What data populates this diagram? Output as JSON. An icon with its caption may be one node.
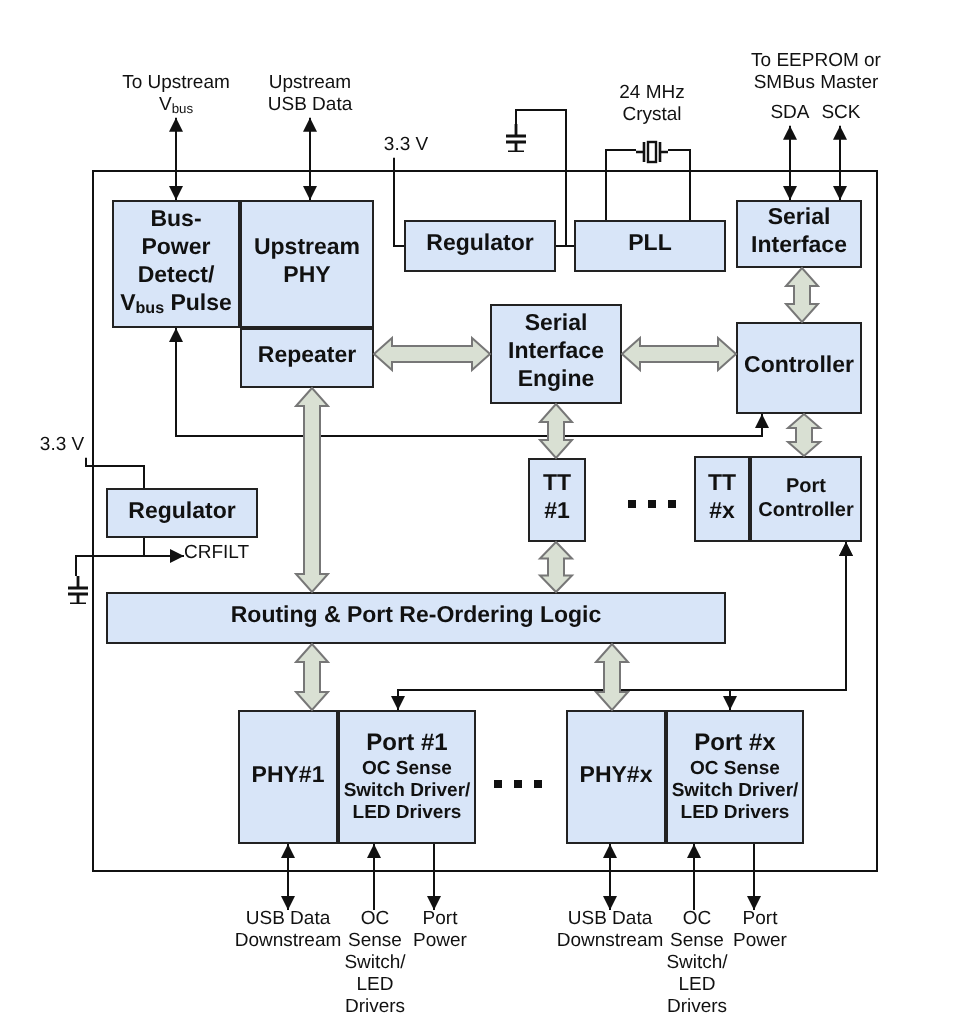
{
  "diagram": {
    "nodes": [
      {
        "text": [],
        "shape": "box"
      },
      {
        "text": [
          "Bus-Power Detect/ V$_{bus}$ Pulse"
        ],
        "in": 0
      },
      {
        "text": [
          "Upstream PHY"
        ],
        "in": 0
      },
      {
        "text": [
          "Repeater"
        ],
        "in": 0
      },
      {
        "text": [
          "Regulator"
        ],
        "in": 0
      },
      {
        "text": [
          "PLL"
        ],
        "in": 0
      },
      {
        "text": [
          "Serial Interface"
        ],
        "in": 0
      },
      {
        "text": [
          "Serial Interface Engine"
        ],
        "in": 0
      },
      {
        "text": [
          "Controller"
        ],
        "in": 0
      },
      {
        "text": [
          "TT #1"
        ],
        "in": 0
      },
      {
        "text": [
          "TT #x"
        ],
        "in": 0
      },
      {
        "text": [
          "Port Controller"
        ],
        "in": 0
      },
      {
        "text": [
          "Regulator"
        ],
        "in": 0
      },
      {
        "text": [
          "Routing & Port Re-Ordering Logic"
        ],
        "in": 0
      },
      {
        "text": [
          "PHY#1"
        ],
        "in": 0
      },
      {
        "text": [
          "Port #1",
          "OC Sense Switch Driver/ LED Drivers"
        ],
        "in": 0
      },
      {
        "text": [
          "PHY#x"
        ],
        "in": 0
      },
      {
        "text": [
          "Port #x",
          "OC Sense Switch Driver/ LED Drivers"
        ],
        "in": 0
      },
      {
        "text": [
          "To Upstream V$_{bus}$"
        ]
      },
      {
        "text": [
          "Upstream USB Data"
        ]
      },
      {
        "text": [
          "SDA"
        ]
      },
      {
        "text": [
          "SCK"
        ]
      },
      {
        "text": [
          "3.3 V"
        ]
      },
      {
        "text": [],
        "shape": "capacitor"
      },
      {
        "text": [],
        "shape": "crystal",
        "beside": [
          "24 MHz Crystal"
        ]
      },
      {
        "text": [
          "3.3 V"
        ]
      },
      {
        "text": [
          "CRFILT"
        ],
        "in": 0
      },
      {
        "text": [],
        "shape": "capacitor"
      },
      {
        "text": [
          "USB Data Downstream"
        ]
      },
      {
        "text": [
          "OC Sense Switch/ LED Drivers"
        ]
      },
      {
        "text": [
          "Port Power"
        ]
      },
      {
        "text": [
          "USB Data Downstream"
        ]
      },
      {
        "text": [
          "OC Sense Switch/ LED Drivers"
        ]
      },
      {
        "text": [
          "Port Power"
        ]
      }
    ],
    "edges": [
      {
        "from": 18,
        "to": 1,
        "arrow": "both"
      },
      {
        "from": 19,
        "to": 2,
        "arrow": "both"
      },
      {
        "from": 20,
        "to": 6,
        "arrow": "both"
      },
      {
        "from": 21,
        "to": 6,
        "arrow": "both"
      },
      {
        "from": 22,
        "to": 4,
        "arrow": "none"
      },
      {
        "from": 23,
        "to": 4,
        "arrow": "none"
      },
      {
        "from": 23,
        "to": 5,
        "arrow": "none"
      },
      {
        "from": 24,
        "to": 5,
        "arrow": "none"
      },
      {
        "from": 24,
        "to": 5,
        "arrow": "none"
      },
      {
        "from": 25,
        "to": 12,
        "arrow": "none"
      },
      {
        "from": 12,
        "to": 26,
        "arrow": "to"
      },
      {
        "from": 27,
        "to": 12,
        "arrow": "none"
      },
      {
        "from": 1,
        "to": 8,
        "arrow": "both"
      },
      {
        "from": 11,
        "to": 15,
        "arrow": "both"
      },
      {
        "from": 11,
        "to": 17,
        "arrow": "both"
      },
      {
        "from": 3,
        "to": 7,
        "arrow": "both",
        "style": "thick",
        "color": "#d9e0d3"
      },
      {
        "from": 7,
        "to": 8,
        "arrow": "both",
        "style": "thick",
        "color": "#d9e0d3"
      },
      {
        "from": 6,
        "to": 8,
        "arrow": "both",
        "style": "thick",
        "color": "#d9e0d3"
      },
      {
        "from": 3,
        "to": 13,
        "arrow": "both",
        "style": "thick",
        "color": "#d9e0d3"
      },
      {
        "from": 7,
        "to": 9,
        "arrow": "both",
        "style": "thick",
        "color": "#d9e0d3"
      },
      {
        "from": 9,
        "to": 13,
        "arrow": "both",
        "style": "thick",
        "color": "#d9e0d3"
      },
      {
        "from": 8,
        "to": 11,
        "arrow": "both",
        "style": "thick",
        "color": "#d9e0d3"
      },
      {
        "from": 13,
        "to": 14,
        "arrow": "both",
        "style": "thick",
        "color": "#d9e0d3"
      },
      {
        "from": 13,
        "to": 16,
        "arrow": "both",
        "style": "thick",
        "color": "#d9e0d3"
      },
      {
        "from": 14,
        "to": 28,
        "arrow": "both"
      },
      {
        "from": 29,
        "to": 15,
        "arrow": "to"
      },
      {
        "from": 15,
        "to": 30,
        "arrow": "to"
      },
      {
        "from": 16,
        "to": 31,
        "arrow": "both"
      },
      {
        "from": 32,
        "to": 17,
        "arrow": "to"
      },
      {
        "from": 17,
        "to": 33,
        "arrow": "to"
      }
    ],
    "labels": [
      "To EEPROM or SMBus Master"
    ]
  }
}
